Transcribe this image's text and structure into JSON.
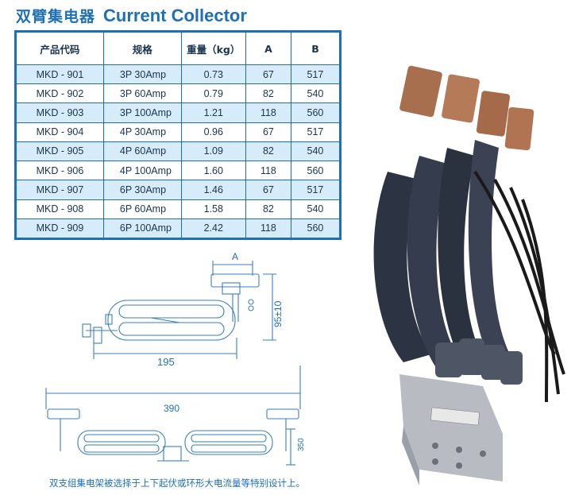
{
  "title": {
    "zh": "双臂集电器",
    "en": "Current Collector"
  },
  "spec_table": {
    "headers": [
      "产品代码",
      "规格",
      "重量（kg）",
      "A",
      "B"
    ],
    "rows": [
      {
        "code": "MKD - 901",
        "spec": "3P  30Amp",
        "weight": "0.73",
        "a": "67",
        "b": "517"
      },
      {
        "code": "MKD - 902",
        "spec": "3P  60Amp",
        "weight": "0.79",
        "a": "82",
        "b": "540"
      },
      {
        "code": "MKD - 903",
        "spec": "3P  100Amp",
        "weight": "1.21",
        "a": "118",
        "b": "560"
      },
      {
        "code": "MKD - 904",
        "spec": "4P  30Amp",
        "weight": "0.96",
        "a": "67",
        "b": "517"
      },
      {
        "code": "MKD - 905",
        "spec": "4P  60Amp",
        "weight": "1.09",
        "a": "82",
        "b": "540"
      },
      {
        "code": "MKD - 906",
        "spec": "4P  100Amp",
        "weight": "1.60",
        "a": "118",
        "b": "560"
      },
      {
        "code": "MKD - 907",
        "spec": "6P  30Amp",
        "weight": "1.46",
        "a": "67",
        "b": "517"
      },
      {
        "code": "MKD - 908",
        "spec": "6P  60Amp",
        "weight": "1.58",
        "a": "82",
        "b": "540"
      },
      {
        "code": "MKD - 909",
        "spec": "6P  100Amp",
        "weight": "2.42",
        "a": "118",
        "b": "560"
      }
    ]
  },
  "drawing_labels": {
    "dim_a": "A",
    "dim_height": "95±10",
    "dim_width": "195",
    "dim_total": "390",
    "dim_350": "350"
  },
  "caption": "双支组集电架被选择于上下起伏或环形大电流量等特别设计上。",
  "colors": {
    "accent": "#1f6fb4",
    "stripe": "#d6ecfa",
    "drawing": "#3a7fc1"
  }
}
